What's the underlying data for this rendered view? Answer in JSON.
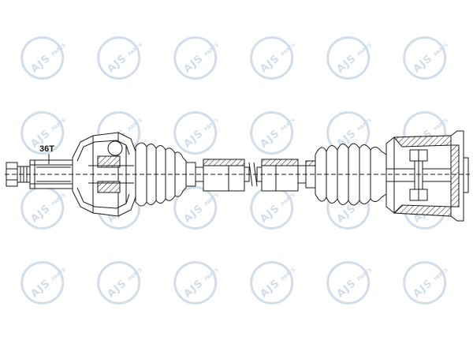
{
  "watermark": {
    "brand": "AJS",
    "sub": "PARTS",
    "color": "#d3dde9"
  },
  "diagram": {
    "spline_label": "36T",
    "line_color": "#1a1a1a",
    "hatch_color": "#1a1a1a"
  }
}
